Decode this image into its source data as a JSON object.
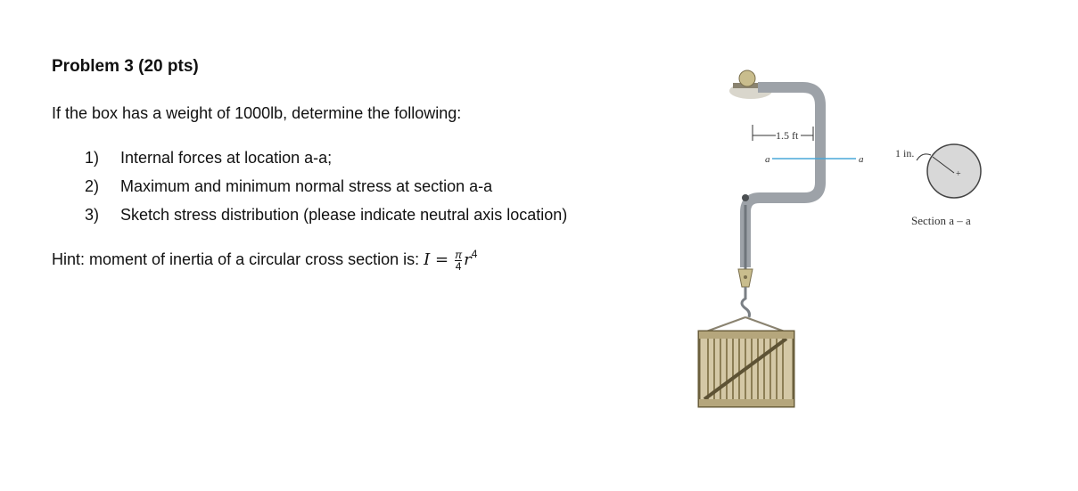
{
  "problem": {
    "title": "Problem 3 (20 pts)",
    "intro": "If the box has a weight of 1000lb, determine the following:",
    "items": [
      {
        "num": "1)",
        "text": "Internal forces at location a-a;"
      },
      {
        "num": "2)",
        "text": "Maximum and minimum normal stress at section a-a"
      },
      {
        "num": "3)",
        "text": "Sketch stress distribution (please indicate neutral axis location)"
      }
    ],
    "hint_prefix": "Hint: moment of inertia of a circular cross section is: ",
    "hint_formula": {
      "lhs": "I =",
      "num": "π",
      "den": "4",
      "var": "r",
      "exp": "4"
    }
  },
  "figure": {
    "dim_label": "1.5 ft",
    "section_label_left": "a",
    "section_label_right": "a",
    "radius_label": "1 in.",
    "section_caption": "Section a – a"
  }
}
